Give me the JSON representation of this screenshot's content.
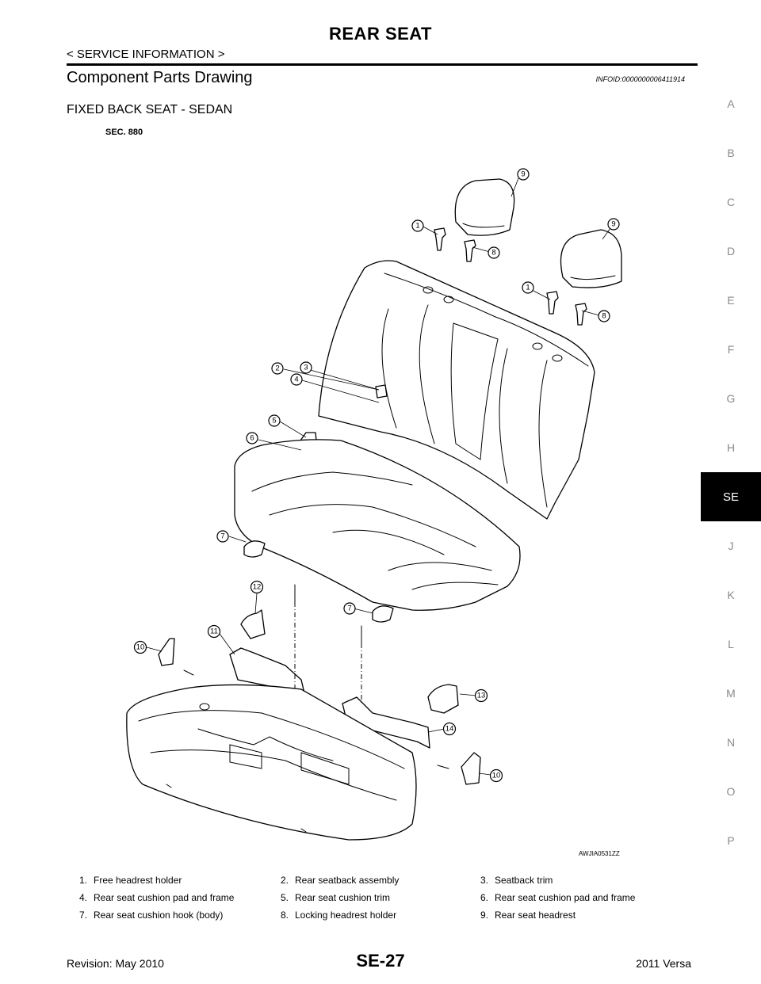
{
  "header": {
    "title": "REAR SEAT",
    "section": "< SERVICE INFORMATION >"
  },
  "heading": "Component Parts Drawing",
  "info_id": "INFOID:0000000006411914",
  "subheading": "FIXED BACK SEAT - SEDAN",
  "figure": {
    "sec_label": "SEC. 880",
    "code": "AWJIA0531ZZ",
    "callouts": [
      "1",
      "1",
      "2",
      "3",
      "4",
      "5",
      "6",
      "7",
      "7",
      "8",
      "8",
      "9",
      "9",
      "10",
      "10",
      "11",
      "12",
      "13",
      "14"
    ]
  },
  "side_index": [
    "A",
    "B",
    "C",
    "D",
    "E",
    "F",
    "G",
    "H",
    "SE",
    "J",
    "K",
    "L",
    "M",
    "N",
    "O",
    "P"
  ],
  "side_index_active": "SE",
  "legend": [
    [
      {
        "num": "1.",
        "text": "Free headrest holder"
      },
      {
        "num": "2.",
        "text": "Rear seatback assembly"
      },
      {
        "num": "3.",
        "text": "Seatback trim"
      }
    ],
    [
      {
        "num": "4.",
        "text": "Rear seat cushion pad and frame"
      },
      {
        "num": "5.",
        "text": "Rear seat cushion trim"
      },
      {
        "num": "6.",
        "text": "Rear seat cushion pad and frame"
      }
    ],
    [
      {
        "num": "7.",
        "text": "Rear seat cushion hook (body)"
      },
      {
        "num": "8.",
        "text": "Locking headrest holder"
      },
      {
        "num": "9.",
        "text": "Rear seat headrest"
      }
    ]
  ],
  "footer": {
    "revision": "Revision: May 2010",
    "page": "SE-27",
    "model": "2011 Versa"
  }
}
